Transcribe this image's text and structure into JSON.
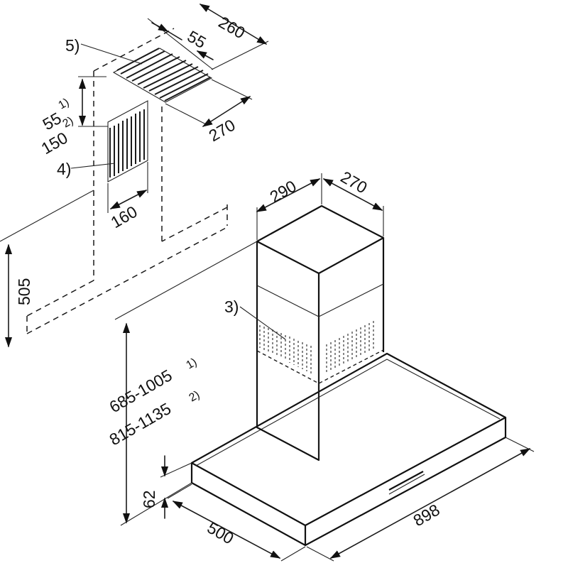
{
  "callouts": {
    "c3": "3)",
    "c4": "4)",
    "c5": "5)"
  },
  "dimensions": {
    "duct_260": "260",
    "duct_55": "55",
    "duct_270": "270",
    "opening_55": "55",
    "opening_55_note": "1)",
    "opening_150": "150",
    "opening_150_note": "2)",
    "opening_160": "160",
    "wall_505": "505",
    "chimney_290": "290",
    "chimney_270": "270",
    "height_1": "685-1005",
    "height_1_note": "1)",
    "height_2": "815-1135",
    "height_2_note": "2)",
    "canopy_62": "62",
    "depth_500": "500",
    "width_898": "898"
  }
}
